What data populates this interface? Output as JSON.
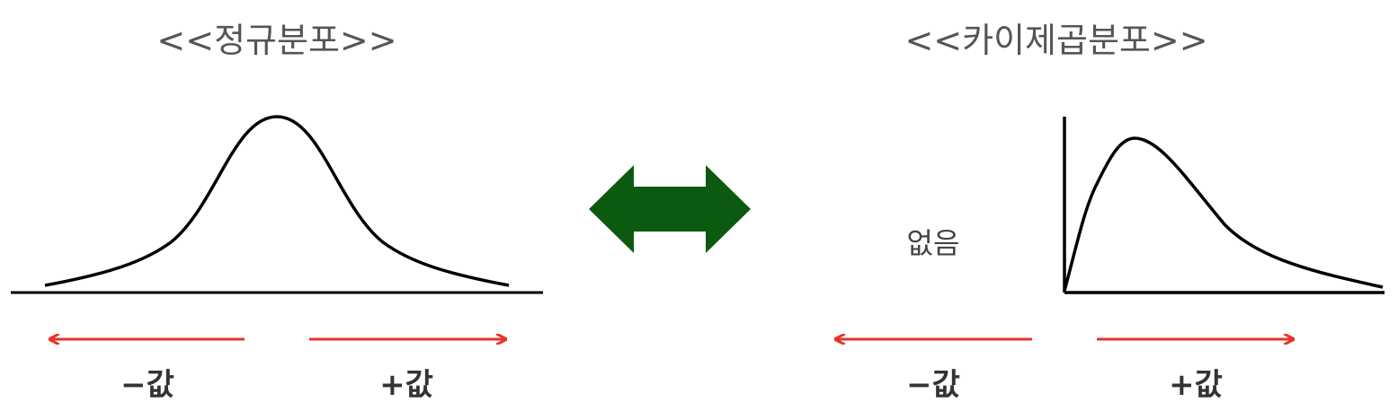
{
  "colors": {
    "curve": "#000000",
    "axis": "#000000",
    "arrow_red": "#e8322a",
    "double_arrow_green": "#0b5a10",
    "title_text": "#555555",
    "label_text": "#333333"
  },
  "left_panel": {
    "title": "<<정규분포>>",
    "negative_label": "−값",
    "positive_label": "+값"
  },
  "center": {
    "icon": "double-arrow-icon"
  },
  "right_panel": {
    "title": "<<카이제곱분포>>",
    "none_label": "없음",
    "negative_label": "−값",
    "positive_label": "+값"
  }
}
